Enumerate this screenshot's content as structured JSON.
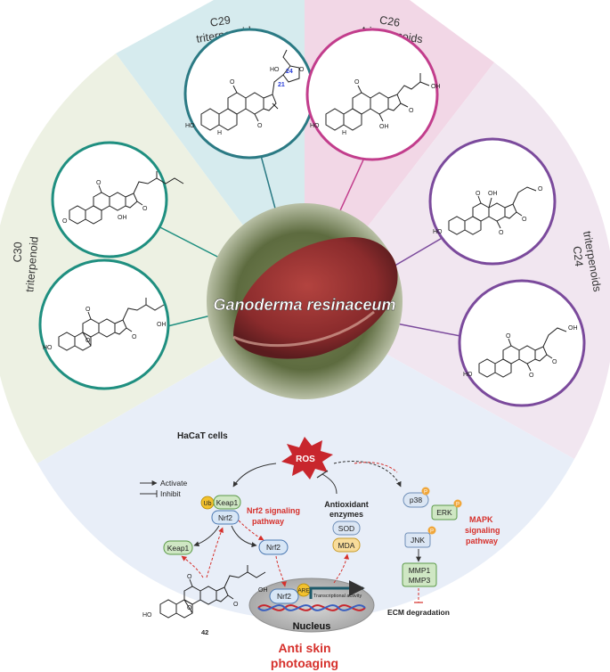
{
  "sections": {
    "c29": {
      "line1": "C29",
      "line2": "triterpenoid"
    },
    "c26": {
      "line1": "C26",
      "line2": "triterpenoids"
    },
    "c30": {
      "line1": "C30",
      "line2": "triterpenoid"
    },
    "c24": {
      "line1": "C24",
      "line2": "triterpenoids"
    }
  },
  "center": {
    "title": "Ganoderma resinaceum"
  },
  "molecule_atoms": {
    "oh": "OH",
    "ho": "HO",
    "o": "O",
    "h": "H",
    "n24": "24",
    "n21": "21",
    "n42": "42"
  },
  "pathway": {
    "hacat": "HaCaT cells",
    "ros": "ROS",
    "legend_activate": "Activate",
    "legend_inhibit": "Inhibit",
    "ub": "Ub",
    "keap1": "Keap1",
    "nrf2": "Nrf2",
    "nrf2_pathway_1": "Nrf2 signaling",
    "nrf2_pathway_2": "pathway",
    "antiox_1": "Antioxidant",
    "antiox_2": "enzymes",
    "sod": "SOD",
    "mda": "MDA",
    "p38": "p38",
    "erk": "ERK",
    "jnk": "JNK",
    "p": "P",
    "mapk_1": "MAPK",
    "mapk_2": "signaling",
    "mapk_3": "pathway",
    "mmp1": "MMP1",
    "mmp3": "MMP3",
    "ecm": "ECM degradation",
    "are": "ARE",
    "transcription": "Transcriptional activity",
    "nucleus": "Nucleus",
    "outcome_1": "Anti skin",
    "outcome_2": "photoaging"
  },
  "colors": {
    "c29_bg": "#d6ebee",
    "c26_bg": "#f2d7e6",
    "c30_bg": "#edf1e3",
    "c24_bg": "#f1e6f0",
    "bottom_bg": "#e8eef8",
    "c29_ring": "#2b7a84",
    "c26_ring": "#c23d8c",
    "c30_ring": "#1f8f80",
    "c24_ring": "#7b4a9c",
    "accent_red": "#d6302b"
  }
}
